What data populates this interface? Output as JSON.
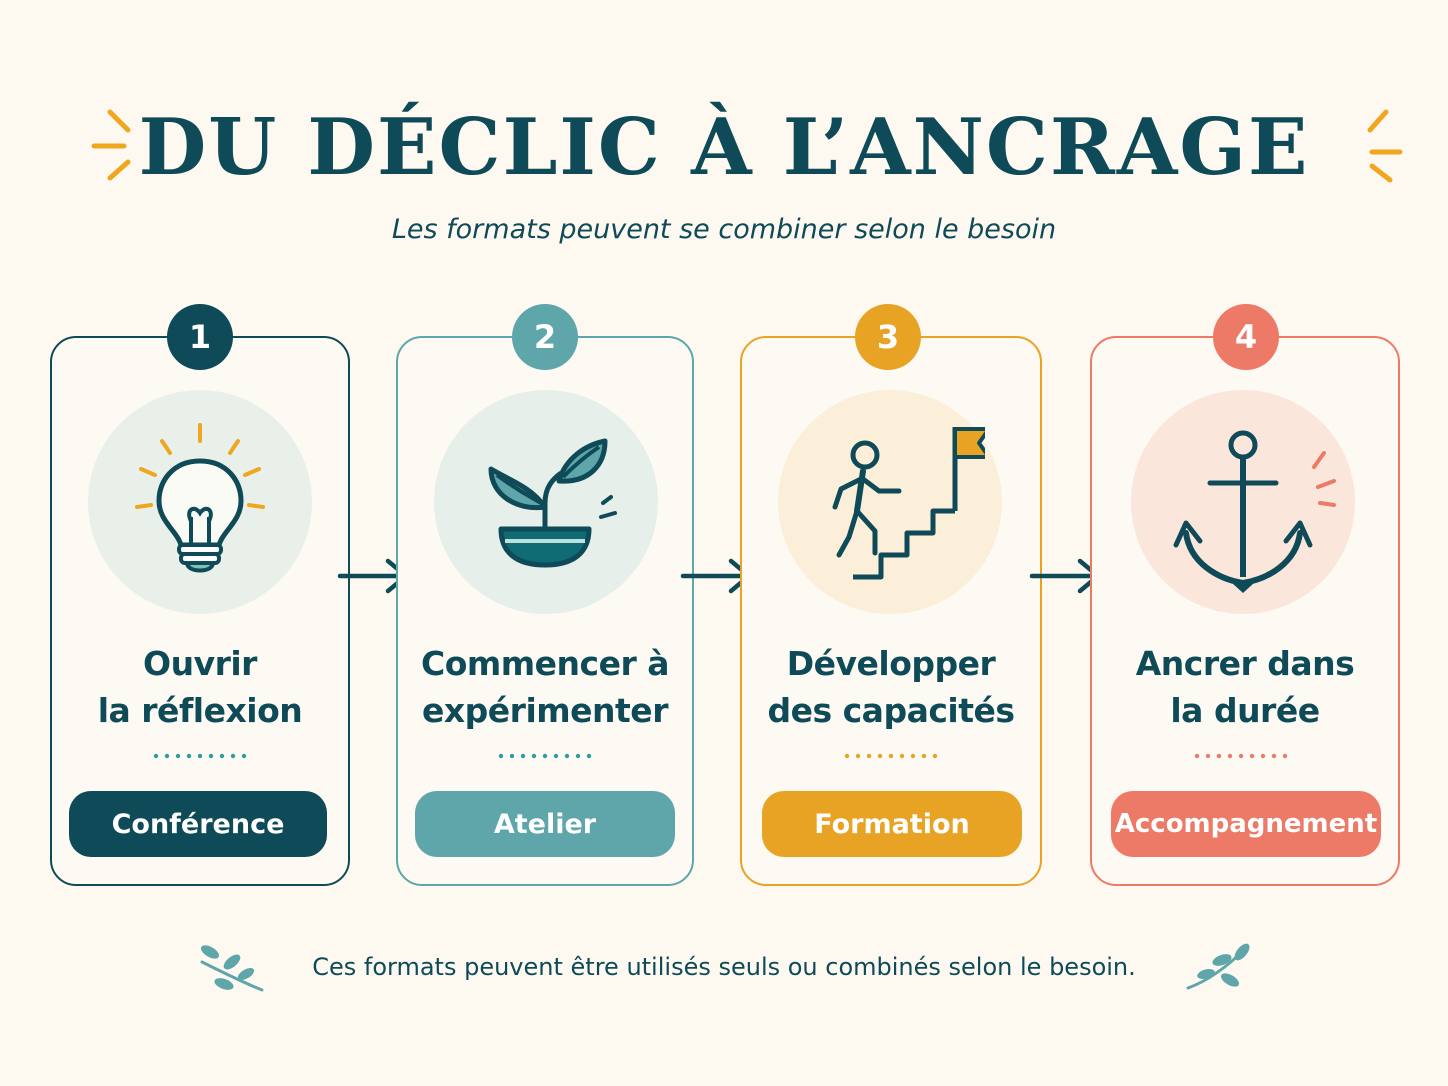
{
  "header": {
    "title": "DU DÉCLIC À L’ANCRAGE",
    "subtitle": "Les formats peuvent se combiner selon le besoin"
  },
  "steps": [
    {
      "number": "1",
      "title_line1": "Ouvrir",
      "title_line2": "la réflexion",
      "format": "Conférence",
      "icon": "lightbulb-icon",
      "color": "#0e4a57",
      "tint": "#e9f0ea"
    },
    {
      "number": "2",
      "title_line1": "Commencer à",
      "title_line2": "expérimenter",
      "format": "Atelier",
      "icon": "sprout-icon",
      "color": "#5fa6ab",
      "tint": "#e6efea"
    },
    {
      "number": "3",
      "title_line1": "Développer",
      "title_line2": "des capacités",
      "format": "Formation",
      "icon": "climbing-stairs-flag-icon",
      "color": "#e8a324",
      "tint": "#fcefd9"
    },
    {
      "number": "4",
      "title_line1": "Ancrer dans",
      "title_line2": "la durée",
      "format": "Accompagnement",
      "icon": "anchor-icon",
      "color": "#ec7a66",
      "tint": "#fbe6dc"
    }
  ],
  "footer": {
    "note": "Ces formats peuvent être utilisés seuls ou combinés selon le besoin."
  }
}
